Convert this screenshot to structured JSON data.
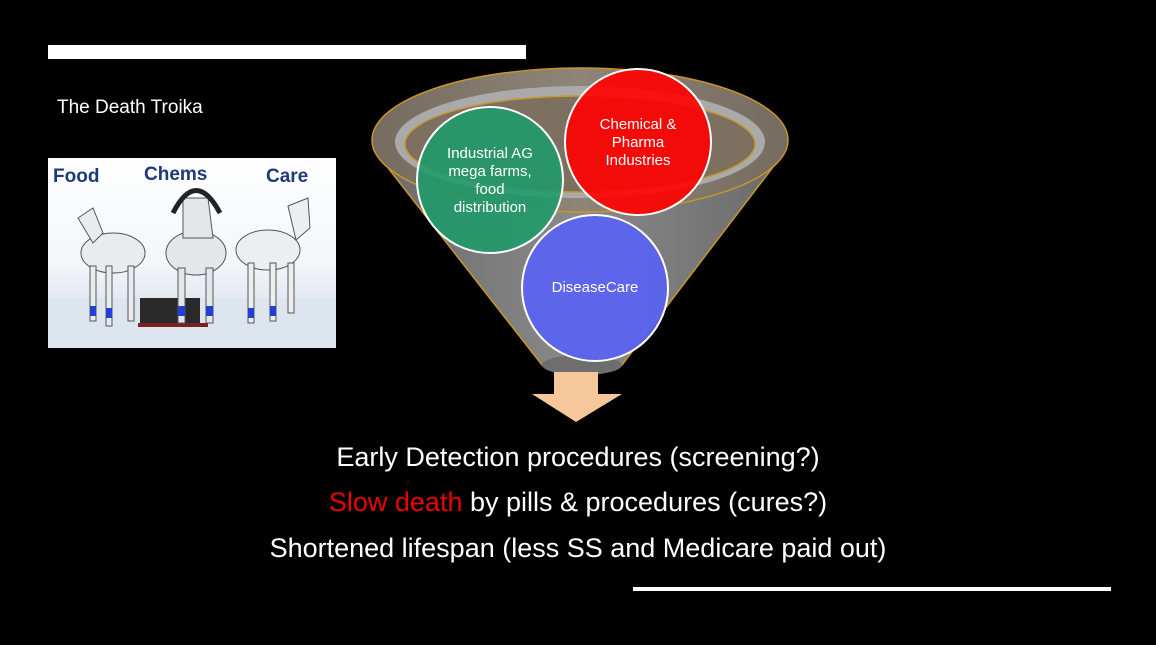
{
  "slide": {
    "title": "The Death Troika",
    "photo_labels": {
      "left": "Food",
      "middle": "Chems",
      "right": "Care"
    },
    "funnel": {
      "circle_green": [
        "Industrial AG",
        "mega farms,",
        "food",
        "distribution"
      ],
      "circle_red": [
        "Chemical &",
        "Pharma",
        "Industries"
      ],
      "circle_blue": "DiseaseCare"
    },
    "lines": {
      "line1": "Early Detection procedures (screening?)",
      "line2_red": "Slow death",
      "line2_rest": " by pills & procedures (cures?)",
      "line3": "Shortened lifespan (less SS and Medicare paid out)"
    },
    "colors": {
      "accent_red": "#ee0000",
      "green": "#1e9a6a",
      "red": "#ff0000",
      "blue": "#5b63f0",
      "arrow": "#f6c79b"
    }
  }
}
